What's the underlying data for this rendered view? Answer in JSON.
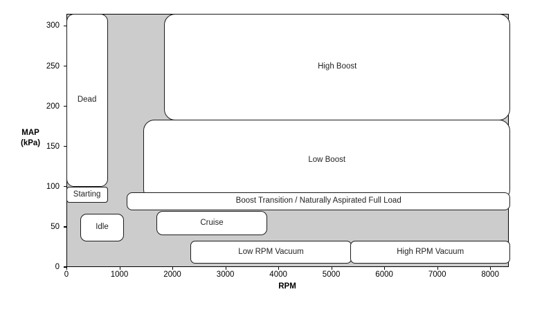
{
  "chart_data": {
    "type": "table",
    "title": "",
    "xlabel": "RPM",
    "ylabel_line1": "MAP",
    "ylabel_line2": "(kPa)",
    "xlim": [
      0,
      8350
    ],
    "ylim": [
      0,
      315
    ],
    "grid": false,
    "legend": "none",
    "background_color": "#cccccc",
    "region_fill_color": "#ffffff",
    "region_border_color": "#1a1a1a",
    "xticks": [
      0,
      1000,
      2000,
      3000,
      4000,
      5000,
      6000,
      7000,
      8000
    ],
    "xticklabels": [
      "0",
      "1000",
      "2000",
      "3000",
      "4000",
      "5000",
      "6000",
      "7000",
      "8000"
    ],
    "yticks": [
      0,
      50,
      100,
      150,
      200,
      250,
      300
    ],
    "yticklabels": [
      "0",
      "50",
      "100",
      "150",
      "200",
      "250",
      "300"
    ],
    "regions": [
      {
        "label": "Dead",
        "rpm_min": 0,
        "rpm_max": 800,
        "map_min": 100,
        "map_max": 315
      },
      {
        "label": "Starting",
        "rpm_min": 0,
        "rpm_max": 800,
        "map_min": 80,
        "map_max": 100
      },
      {
        "label": "Idle",
        "rpm_min": 250,
        "rpm_max": 1070,
        "map_min": 33,
        "map_max": 68
      },
      {
        "label": "High Boost",
        "rpm_min": 1830,
        "rpm_max": 8350,
        "map_min": 183,
        "map_max": 315
      },
      {
        "label": "Low Boost",
        "rpm_min": 1440,
        "rpm_max": 8350,
        "map_min": 83,
        "map_max": 183
      },
      {
        "label": "Boost Transition / Naturally Aspirated Full Load",
        "rpm_min": 1120,
        "rpm_max": 8350,
        "map_min": 88,
        "map_max": 111
      },
      {
        "label": "Cruise",
        "rpm_min": 1680,
        "rpm_max": 3770,
        "map_min": 57,
        "map_max": 87
      },
      {
        "label": "Low RPM Vacuum",
        "rpm_min": 2320,
        "rpm_max": 5360,
        "map_min": 22,
        "map_max": 50
      },
      {
        "label": "High RPM Vacuum",
        "rpm_min": 5340,
        "rpm_max": 8350,
        "map_min": 22,
        "map_max": 50
      }
    ]
  },
  "axes": {
    "x_title": "RPM",
    "y_title_line1": "MAP",
    "y_title_line2": "(kPa)",
    "x_tick_labels": [
      "0",
      "1000",
      "2000",
      "3000",
      "4000",
      "5000",
      "6000",
      "7000",
      "8000"
    ],
    "y_tick_labels": [
      "0",
      "50",
      "100",
      "150",
      "200",
      "250",
      "300"
    ]
  },
  "regions": {
    "dead": "Dead",
    "starting": "Starting",
    "idle": "Idle",
    "high_boost": "High Boost",
    "low_boost": "Low Boost",
    "boost_transition": "Boost Transition / Naturally Aspirated Full Load",
    "cruise": "Cruise",
    "low_rpm_vacuum": "Low RPM Vacuum",
    "high_rpm_vacuum": "High RPM Vacuum"
  }
}
